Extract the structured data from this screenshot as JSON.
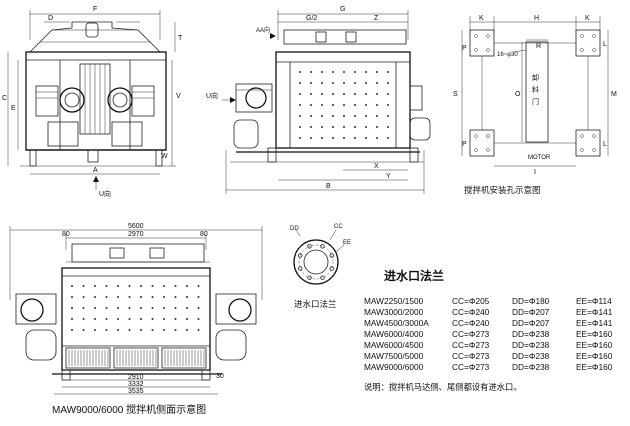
{
  "front_view": {
    "dims": {
      "F": "F",
      "A": "A",
      "C": "C",
      "E": "E",
      "T": "T",
      "V": "V",
      "W": "W"
    },
    "direction_label": "U向"
  },
  "side_view": {
    "dims": {
      "G": "G",
      "G2": "G/2",
      "Z": "Z",
      "X": "X",
      "Y": "Y",
      "B": "B"
    },
    "aa_label": "AA向",
    "u_label": "U向"
  },
  "hole_diagram": {
    "dims": {
      "H": "H",
      "K": "K",
      "K2": "K",
      "S": "S",
      "O": "O",
      "R": "R",
      "M": "M",
      "P": "P",
      "P2": "P",
      "L": "L",
      "L2": "L",
      "I": "I"
    },
    "hole_spec": "16~φ30",
    "door_chars": [
      "卸",
      "料",
      "门"
    ],
    "motor_label": "MOTOR",
    "caption": "搅拌机安装孔示意图"
  },
  "bottom_side": {
    "dims_top": [
      "5600",
      "2970"
    ],
    "dim_80_left": "80",
    "dim_80_right": "80",
    "dims_bottom": [
      "2910",
      "3332",
      "3535"
    ],
    "dim_30": "30",
    "caption": "MAW9000/6000 搅拌机侧面示意图"
  },
  "flange": {
    "labels": {
      "DD": "DD",
      "CC": "CC",
      "EE": "EE"
    },
    "caption": "进水口法兰",
    "title": "进水口法兰",
    "rows": [
      [
        "MAW2250/1500",
        "CC=Φ205",
        "DD=Φ180",
        "EE=Φ114"
      ],
      [
        "MAW3000/2000",
        "CC=Φ240",
        "DD=Φ207",
        "EE=Φ141"
      ],
      [
        "MAW4500/3000A",
        "CC=Φ240",
        "DD=Φ207",
        "EE=Φ141"
      ],
      [
        "MAW6000/4000",
        "CC=Φ273",
        "DD=Φ238",
        "EE=Φ160"
      ],
      [
        "MAW6000/4500",
        "CC=Φ273",
        "DD=Φ238",
        "EE=Φ160"
      ],
      [
        "MAW7500/5000",
        "CC=Φ273",
        "DD=Φ238",
        "EE=Φ160"
      ],
      [
        "MAW9000/6000",
        "CC=Φ273",
        "DD=Φ238",
        "EE=Φ160"
      ]
    ],
    "note": "说明：搅拌机马达侧、尾侧都设有进水口。"
  }
}
